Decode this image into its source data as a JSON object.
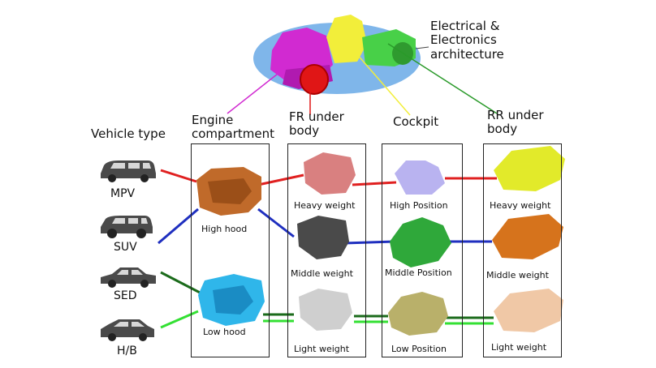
{
  "architecture_label": [
    "Electrical &",
    "Electronics",
    "architecture"
  ],
  "headers": {
    "vehicle_type": "Vehicle type",
    "engine_compartment": [
      "Engine",
      "compartment"
    ],
    "fr_under_body": [
      "FR under",
      "body"
    ],
    "cockpit": "Cockpit",
    "rr_under_body": [
      "RR under",
      "body"
    ]
  },
  "vehicles": [
    "MPV",
    "SUV",
    "SED",
    "H/B"
  ],
  "engine_compartment_items": [
    "High hood",
    "Low hood"
  ],
  "fr_under_body_items": [
    "Heavy weight",
    "Middle weight",
    "Light weight"
  ],
  "cockpit_items": [
    "High Position",
    "Middle Position",
    "Low Position"
  ],
  "rr_under_body_items": [
    "Heavy weight",
    "Middle weight",
    "Light weight"
  ],
  "colors": {
    "mpv_line": "#e02020",
    "suv_line": "#1f2fbf",
    "sed_line": "#1b6b1b",
    "hb_line": "#33e033",
    "engine_module": "#c06a2a",
    "low_hood_module": "#2fb6ea",
    "fr_heavy": "#d98080",
    "fr_middle": "#4a4a4a",
    "fr_light": "#cfcfcf",
    "cockpit_high": "#b9b3f0",
    "cockpit_middle": "#2fa83a",
    "cockpit_low": "#b9b06a",
    "rr_heavy": "#e2ea2a",
    "rr_middle": "#d6731c",
    "rr_light": "#f0c8a6",
    "platform_ellipse": "#7fb6ea",
    "platform_magenta": "#d12ad1",
    "platform_red": "#e01616",
    "platform_yellow": "#f2ee3a",
    "platform_green": "#48d048"
  }
}
